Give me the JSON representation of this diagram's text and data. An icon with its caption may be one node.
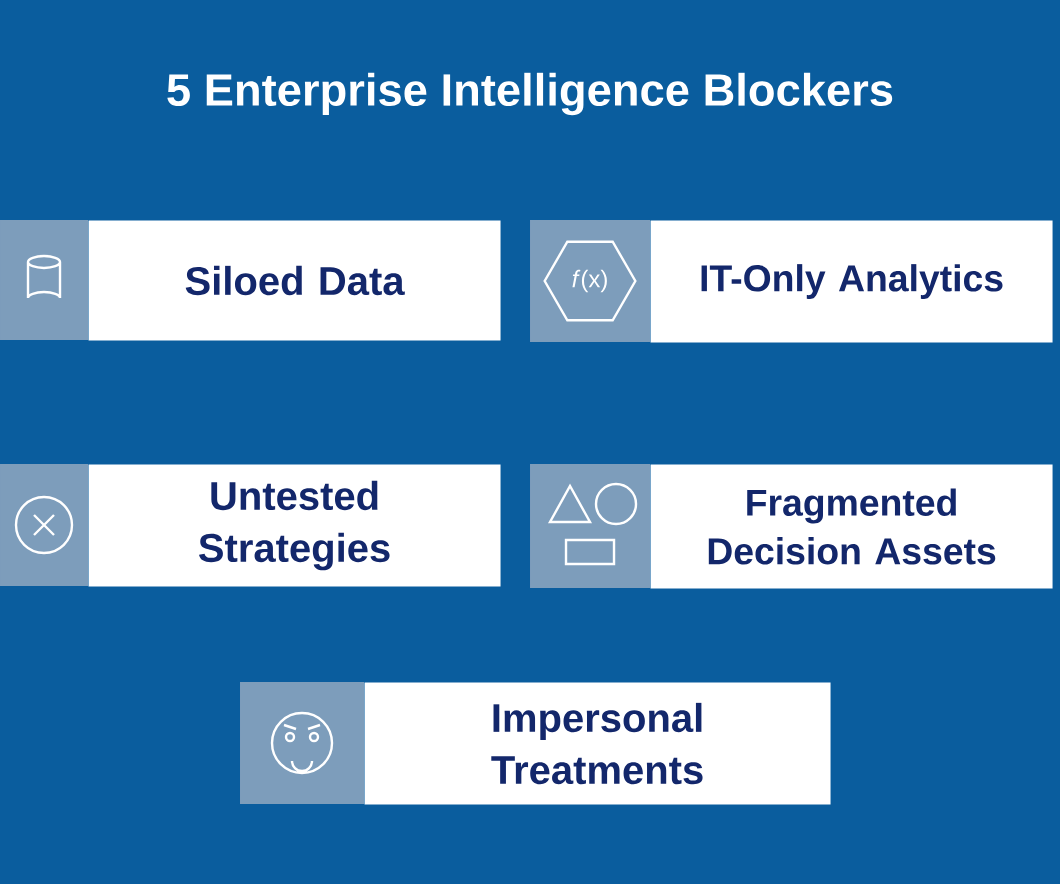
{
  "diagram": {
    "title": "5 Enterprise Intelligence Blockers",
    "nodes": [
      {
        "text": [
          "Siloed Data"
        ]
      },
      {
        "text": [
          "IT-Only Analytics"
        ]
      },
      {
        "text": [
          "Untested Strategies"
        ]
      },
      {
        "text": [
          "Fragmented Decision Assets"
        ]
      },
      {
        "text": [
          "Impersonal Treatments"
        ]
      }
    ],
    "labels": [
      "*f*(x)"
    ]
  }
}
